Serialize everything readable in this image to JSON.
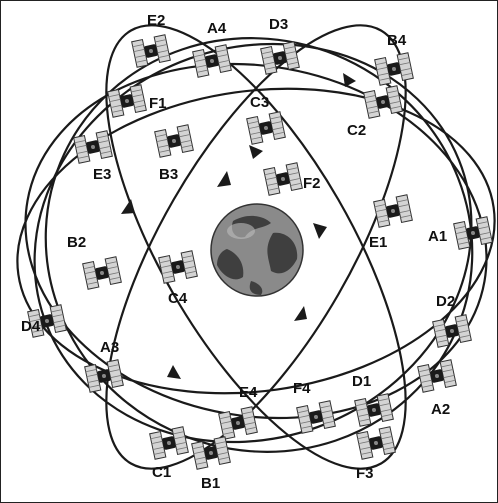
{
  "satellites": [
    {
      "id": "E2"
    },
    {
      "id": "A4"
    },
    {
      "id": "D3"
    },
    {
      "id": "B4"
    },
    {
      "id": "F1"
    },
    {
      "id": "C3"
    },
    {
      "id": "C2"
    },
    {
      "id": "E3"
    },
    {
      "id": "B3"
    },
    {
      "id": "F2"
    },
    {
      "id": "E1"
    },
    {
      "id": "A1"
    },
    {
      "id": "B2"
    },
    {
      "id": "C4"
    },
    {
      "id": "D2"
    },
    {
      "id": "D4"
    },
    {
      "id": "A3"
    },
    {
      "id": "D1"
    },
    {
      "id": "A2"
    },
    {
      "id": "E4"
    },
    {
      "id": "F4"
    },
    {
      "id": "C1"
    },
    {
      "id": "B1"
    },
    {
      "id": "F3"
    }
  ],
  "colors": {
    "ink": "#1a1a1a",
    "panel": "#d4d4d4",
    "earth": "#8a8a8a"
  },
  "earth": {
    "icon": "earth-globe-icon"
  }
}
